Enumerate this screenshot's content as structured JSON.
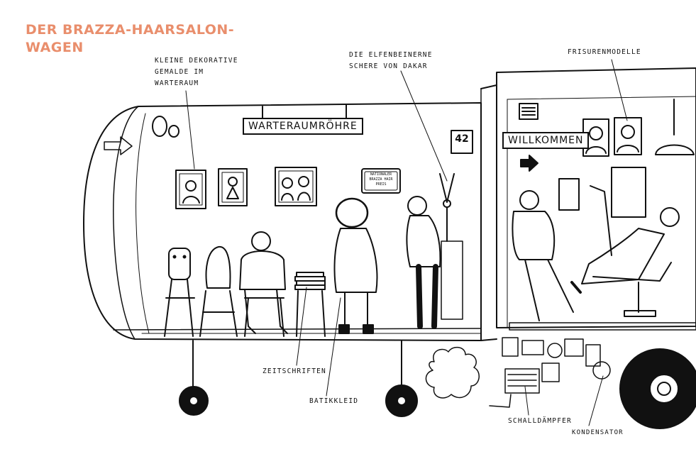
{
  "title": {
    "line1": "DER BRAZZA-HAARSALON-",
    "line2": "WAGEN"
  },
  "signs": {
    "waiting_tube": "WARTERAUMRÖHRE",
    "welcome": "WILLKOMMEN",
    "number": "42",
    "prize_plaque": "NATIONALER BRAZZA HAIR PREIS"
  },
  "callouts": {
    "paintings": [
      "KLEINE DEKORATIVE",
      "GEMALDE IM",
      "WARTERAUM"
    ],
    "scissors": [
      "DIE ELFENBEINERNE",
      "SCHERE VON DAKAR"
    ],
    "models": "FRISURENMODELLE",
    "magazines": "ZEITSCHRIFTEN",
    "dress": "BATIKKLEID",
    "muffler": "SCHALLDÄMPFER",
    "condenser": "KONDENSATOR"
  },
  "colors": {
    "title": "#e98e6c",
    "ink": "#111111",
    "paper": "#ffffff"
  },
  "icons": [
    "arrow-right-outline-icon",
    "arrow-right-solid-icon",
    "scissors-icon",
    "lamp-icon",
    "vent-icon"
  ]
}
